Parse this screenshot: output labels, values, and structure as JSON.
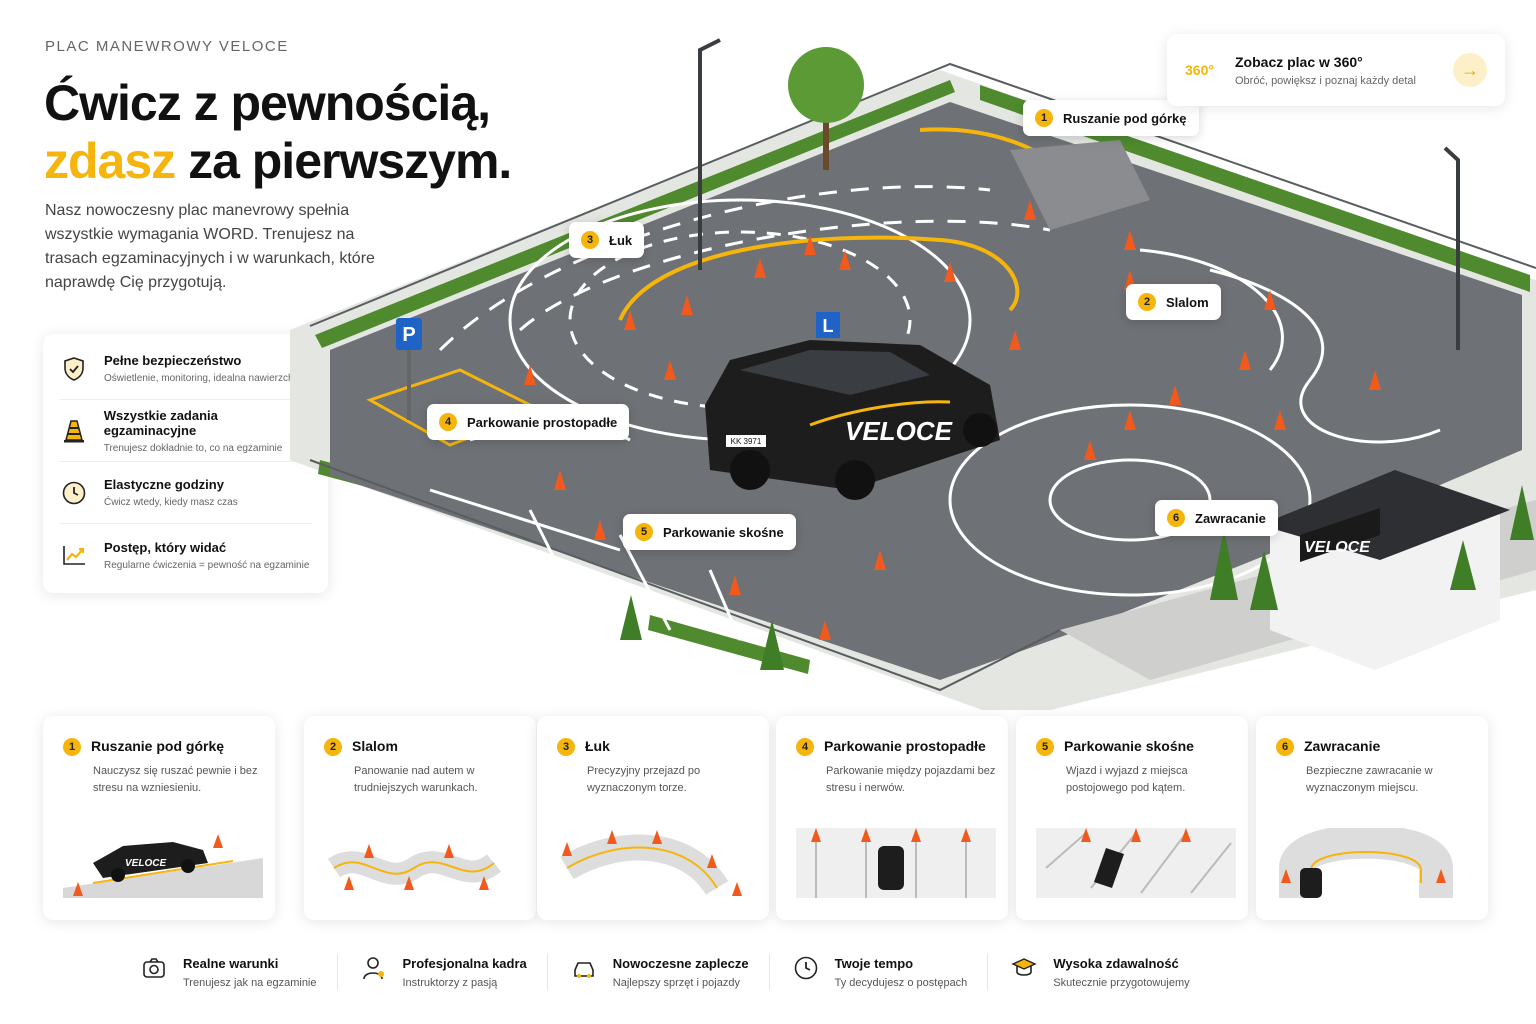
{
  "hero": {
    "eyebrow": "PLAC MANEWROWY VELOCE",
    "headline_line1": "Ćwicz z pewnością,",
    "headline_accent": "zdasz",
    "headline_line2_rest": " za pierwszym.",
    "intro": "Nasz nowoczesny plac manevrowy spełnia wszystkie wymagania WORD. Trenujesz na trasach egzaminacyjnych i w warunkach, które naprawdę Cię przygotują."
  },
  "features": [
    {
      "title": "Pełne bezpieczeństwo",
      "desc": "Oświetlenie, monitoring, idealna nawierzchnia",
      "icon": "shield-check-icon"
    },
    {
      "title": "Wszystkie zadania egzaminacyjne",
      "desc": "Trenujesz dokładnie to, co na egzaminie",
      "icon": "traffic-cone-icon"
    },
    {
      "title": "Elastyczne godziny",
      "desc": "Ćwicz wtedy, kiedy masz czas",
      "icon": "clock-icon"
    },
    {
      "title": "Postęp, który widać",
      "desc": "Regularne ćwiczenia = pewność na egzaminie",
      "icon": "chart-up-icon"
    }
  ],
  "tour": {
    "badge": "360°",
    "title": "Zobacz plac w 360°",
    "subtitle": "Obróć, powiększ i poznaj każdy detal",
    "arrow": "→"
  },
  "map": {
    "tags": [
      {
        "num": "1",
        "label": "Ruszanie pod górkę"
      },
      {
        "num": "2",
        "label": "Slalom"
      },
      {
        "num": "3",
        "label": "Łuk"
      },
      {
        "num": "4",
        "label": "Parkowanie prostopadłe"
      },
      {
        "num": "5",
        "label": "Parkowanie skośne"
      },
      {
        "num": "6",
        "label": "Zawracanie"
      }
    ],
    "car_brand": "VELOCE",
    "car_plate": "KK 3971",
    "l_sign": "L",
    "p_sign": "P",
    "building_sign": "VELOCE"
  },
  "cards": [
    {
      "num": "1",
      "title": "Ruszanie pod górkę",
      "desc": "Nauczysz się ruszać pewnie i bez stresu na wzniesieniu.",
      "car_brand": "VELOCE"
    },
    {
      "num": "2",
      "title": "Slalom",
      "desc": "Panowanie nad autem w trudniejszych warunkach."
    },
    {
      "num": "3",
      "title": "Łuk",
      "desc": "Precyzyjny przejazd po wyznaczonym torze."
    },
    {
      "num": "4",
      "title": "Parkowanie prostopadłe",
      "desc": "Parkowanie między pojazdami bez stresu i nerwów."
    },
    {
      "num": "5",
      "title": "Parkowanie skośne",
      "desc": "Wjazd i wyjazd z miejsca postojowego pod kątem."
    },
    {
      "num": "6",
      "title": "Zawracanie",
      "desc": "Bezpieczne zawracanie w wyznaczonym miejscu."
    }
  ],
  "benefits": [
    {
      "title": "Realne warunki",
      "desc": "Trenujesz jak na egzaminie",
      "icon": "camera-icon"
    },
    {
      "title": "Profesjonalna kadra",
      "desc": "Instruktorzy z pasją",
      "icon": "instructor-icon"
    },
    {
      "title": "Nowoczesne zaplecze",
      "desc": "Najlepszy sprzęt i pojazdy",
      "icon": "car-service-icon"
    },
    {
      "title": "Twoje tempo",
      "desc": "Ty decydujesz o postępach",
      "icon": "clock-icon"
    },
    {
      "title": "Wysoka zdawalność",
      "desc": "Skutecznie przygotowujemy",
      "icon": "graduate-icon"
    }
  ],
  "colors": {
    "accent": "#f5b50c",
    "asphalt": "#6e7175",
    "grass": "#4f8a2e",
    "cone": "#f25a1d"
  }
}
